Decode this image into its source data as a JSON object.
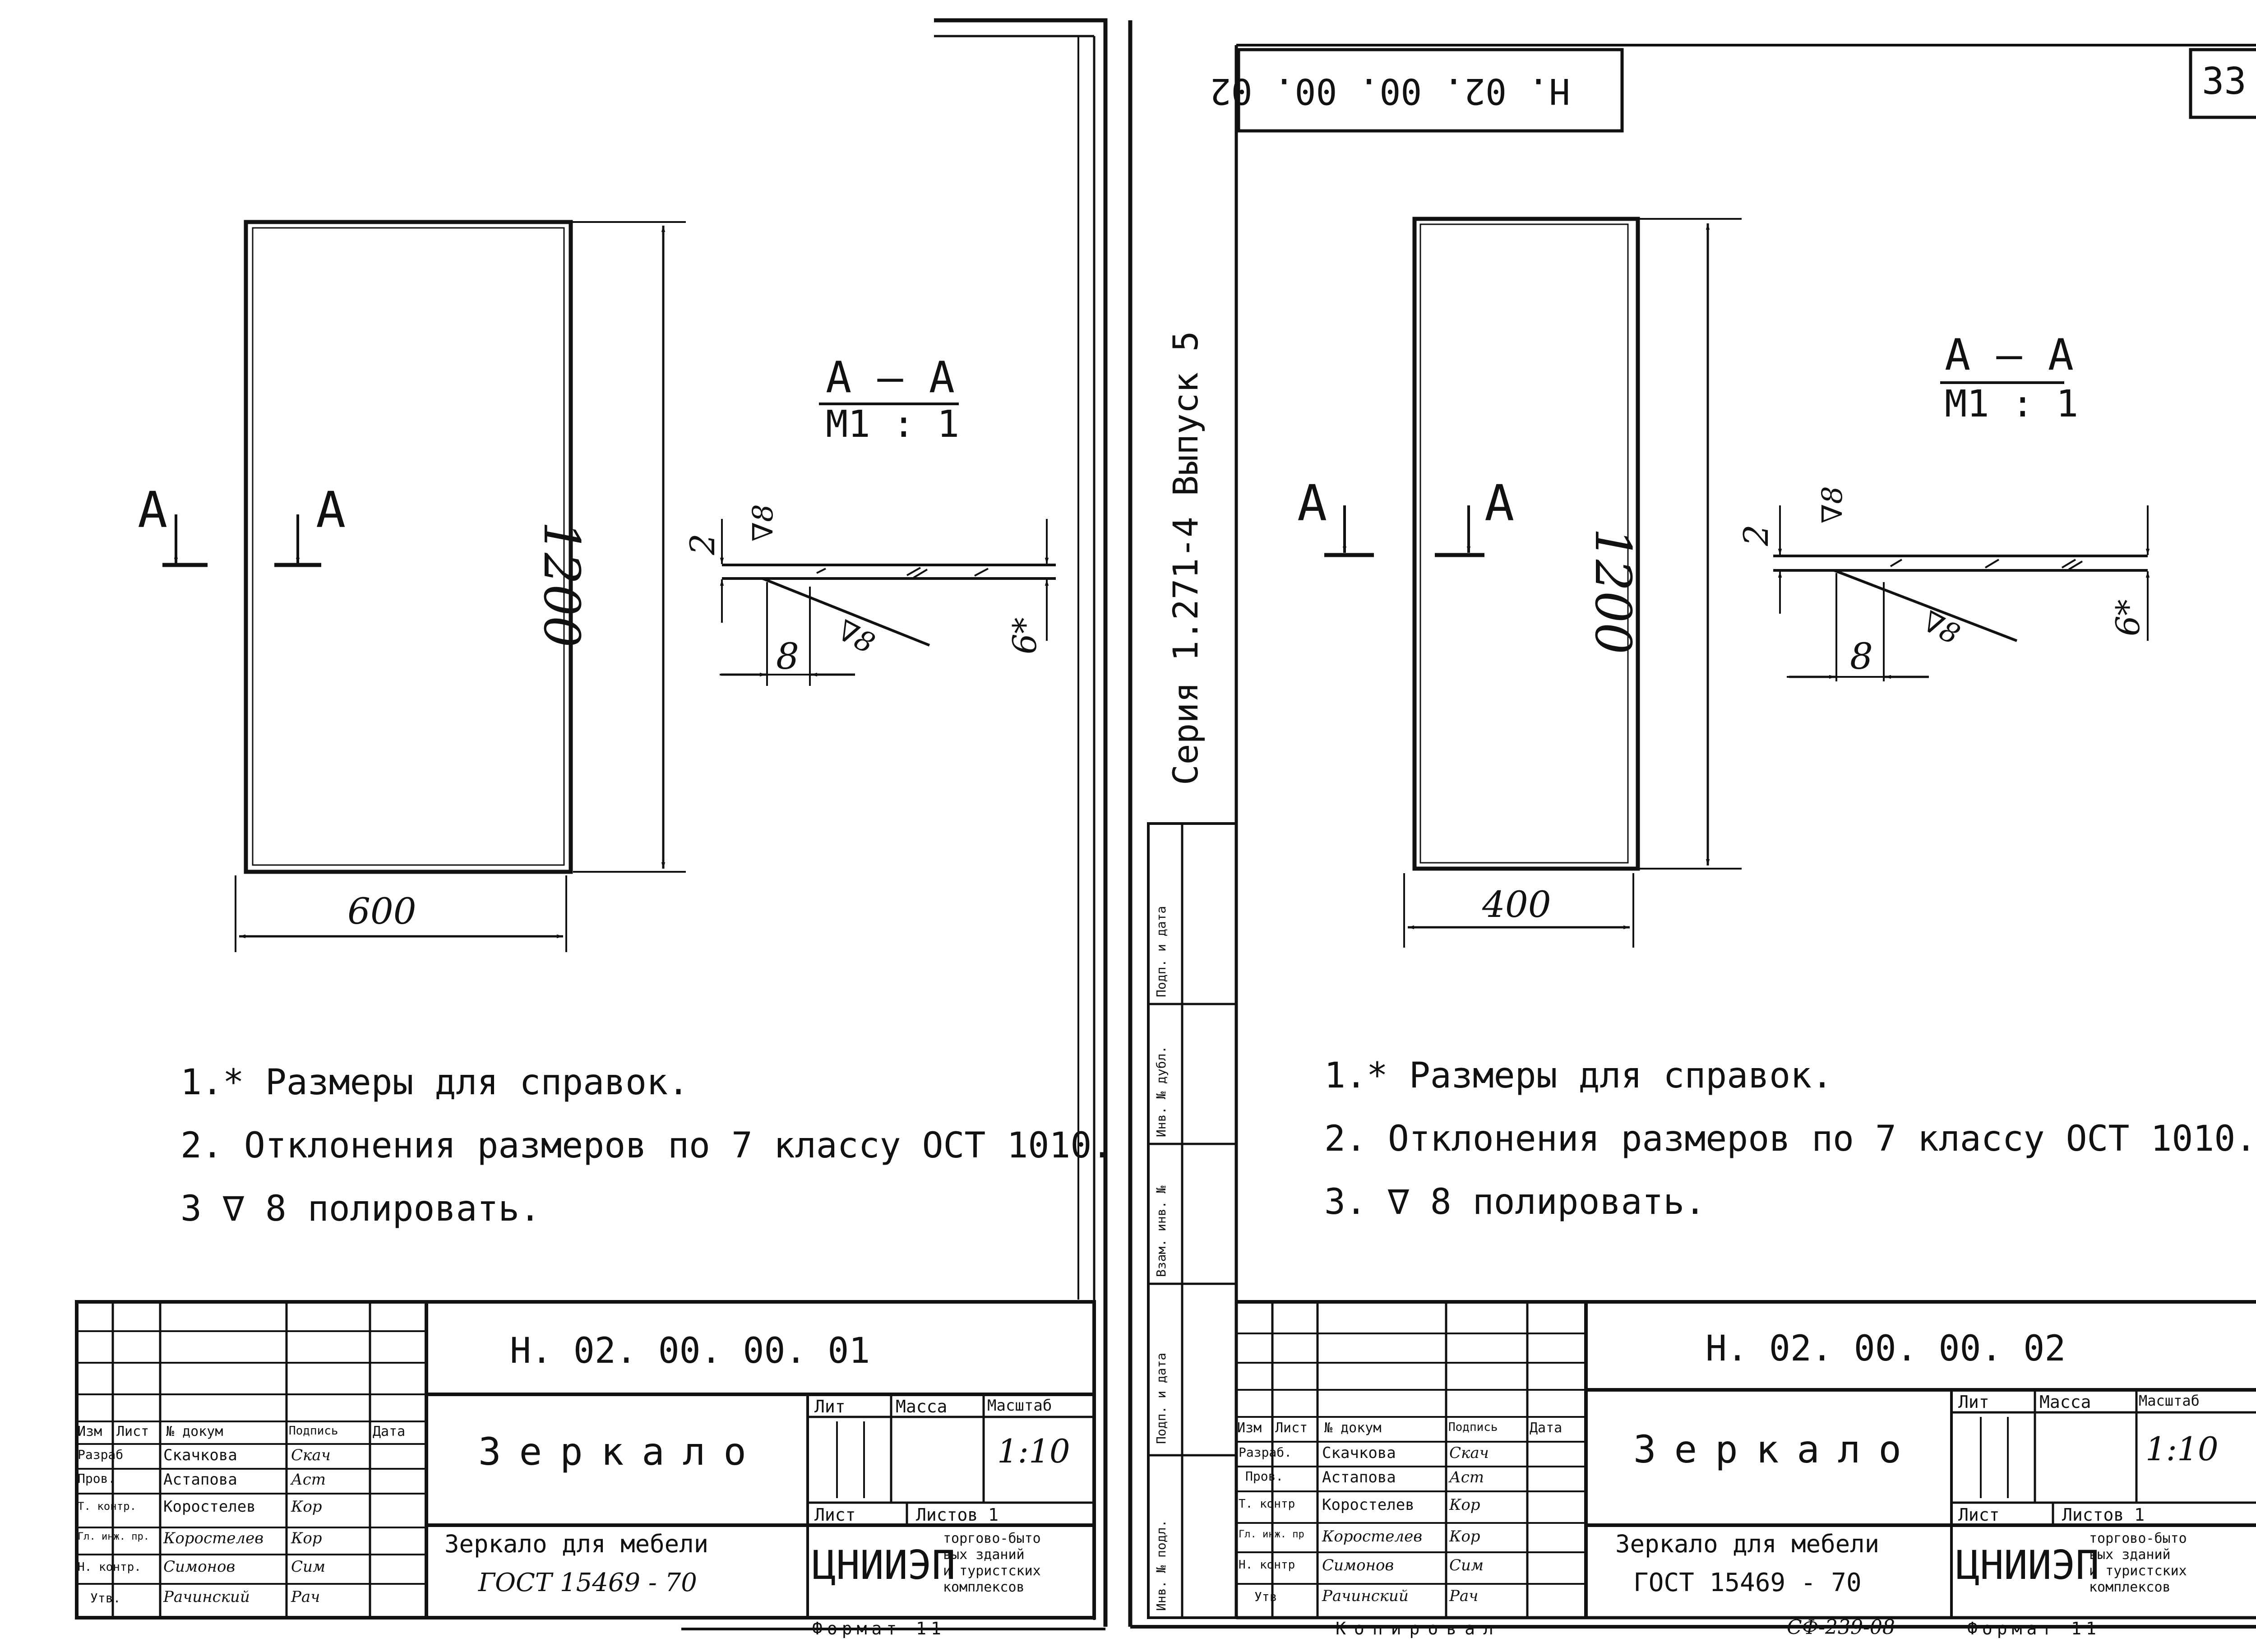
{
  "left": {
    "view": {
      "section_left": "A",
      "section_right": "A",
      "height_dim": "1200",
      "width_dim": "600"
    },
    "section": {
      "title": "A – A",
      "scale": "M1 : 1",
      "dim_2": "2",
      "dim_8": "8",
      "dim_6": "6*",
      "finish_1": "∇8",
      "finish_2": "∇8"
    },
    "notes": [
      "1.* Размеры для справок.",
      "2. Отклонения размеров по 7 классу ОСТ 1010.",
      "3 ∇ 8 полировать."
    ],
    "title_block": {
      "code": "Н. 02. 00. 00. 01",
      "name": "Зеркало",
      "headers": {
        "izm": "Изм",
        "list": "Лист",
        "doc": "№ докум",
        "sign": "Подпись",
        "date": "Дата"
      },
      "roles": [
        {
          "role": "Разраб",
          "name": "Скачкова",
          "sig": "Скач"
        },
        {
          "role": "Пров.",
          "name": "Астапова",
          "sig": "Аст"
        },
        {
          "role": "Т. контр.",
          "name": "Коростелев",
          "sig": "Кор"
        },
        {
          "role": "Гл. инж. пр.",
          "name": "Коростелев",
          "sig": "Кор"
        },
        {
          "role": "Н. контр.",
          "name": "Симонов",
          "sig": "Сим"
        },
        {
          "role": "Утв.",
          "name": "Рачинский",
          "sig": "Рач"
        }
      ],
      "lit": "Лит",
      "mass": "Масса",
      "scale_label": "Масштаб",
      "scale": "1:10",
      "sheet": "Лист",
      "sheets": "Листов 1",
      "subtitle_1": "Зеркало для мебели",
      "subtitle_2": "ГОСТ 15469 - 70",
      "org": "ЦНИИЭП",
      "org_desc": [
        "торгово-быто",
        "вых зданий",
        "и туристских",
        "комплексов"
      ],
      "format": "Формат 11"
    }
  },
  "right": {
    "top_code": "Н. 02. 00. 00. 02",
    "page_number": "33",
    "series": "Серия 1.271-4 Выпуск 5",
    "side_stamp": [
      "Инв. № подл.",
      "Подп. и дата",
      "Взам. инв. №",
      "Инв. № дубл.",
      "Подп. и дата"
    ],
    "view": {
      "section_left": "A",
      "section_right": "A",
      "height_dim": "1200",
      "width_dim": "400"
    },
    "section": {
      "title": "A – A",
      "scale": "M1 : 1",
      "dim_2": "2",
      "dim_8": "8",
      "dim_6": "6*",
      "finish_1": "∇8",
      "finish_2": "∇8"
    },
    "notes": [
      "1.* Размеры для справок.",
      "2. Отклонения размеров по 7 классу ОСТ 1010.",
      "3. ∇ 8 полировать."
    ],
    "title_block": {
      "code": "Н. 02. 00. 00. 02",
      "name": "Зеркало",
      "headers": {
        "izm": "Изм",
        "list": "Лист",
        "doc": "№ докум",
        "sign": "Подпись",
        "date": "Дата"
      },
      "roles": [
        {
          "role": "Разраб.",
          "name": "Скачкова",
          "sig": "Скач"
        },
        {
          "role": "Пров.",
          "name": "Астапова",
          "sig": "Аст"
        },
        {
          "role": "Т. контр",
          "name": "Коростелев",
          "sig": "Кор"
        },
        {
          "role": "Гл. инж. пр",
          "name": "Коростелев",
          "sig": "Кор"
        },
        {
          "role": "Н. контр",
          "name": "Симонов",
          "sig": "Сим"
        },
        {
          "role": "Утв",
          "name": "Рачинский",
          "sig": "Рач"
        }
      ],
      "lit": "Лит",
      "mass": "Масса",
      "scale_label": "Масштаб",
      "scale": "1:10",
      "sheet": "Лист",
      "sheets": "Листов 1",
      "subtitle_1": "Зеркало для мебели",
      "subtitle_2": "ГОСТ 15469 - 70",
      "org": "ЦНИИЭП",
      "org_desc": [
        "торгово-быто",
        "вых зданий",
        "и туристских",
        "комплексов"
      ],
      "format": "Формат 11",
      "copied": "Копировал",
      "stamp_code": "СФ-239-08"
    }
  }
}
